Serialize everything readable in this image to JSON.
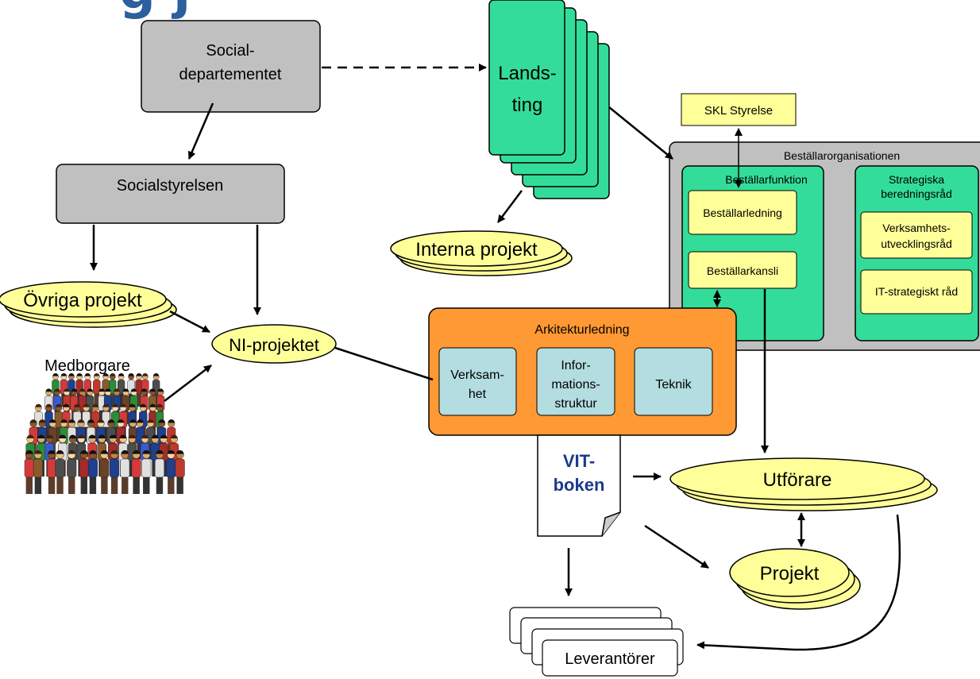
{
  "title_fragment": "g       j",
  "nodes": {
    "socialdepartementet": [
      "Social-",
      "departementet"
    ],
    "socialstyrelsen": "Socialstyrelsen",
    "landsting": [
      "Lands-",
      "ting"
    ],
    "interna_projekt": "Interna projekt",
    "ovriga_projekt": "Övriga projekt",
    "ni_projektet": "NI-projektet",
    "medborgare": "Medborgare",
    "skl_styrelse": "SKL Styrelse",
    "bestallarorganisationen": "Beställarorganisationen",
    "bestallarfunktion": "Beställarfunktion",
    "bestallarledning": "Beställarledning",
    "bestallarkansli": "Beställarkansli",
    "strategiska": [
      "Strategiska",
      "beredningsråd"
    ],
    "verksamhetsutvecklingsrad": [
      "Verksamhets-",
      "utvecklingsråd"
    ],
    "it_strategiskt_rad": "IT-strategiskt råd",
    "arkitekturledning": "Arkitekturledning",
    "verksamhet": [
      "Verksam-",
      "het"
    ],
    "informationsstruktur": [
      "Infor-",
      "mations-",
      "struktur"
    ],
    "teknik": "Teknik",
    "vit_boken": [
      "VIT-",
      "boken"
    ],
    "utforare": "Utförare",
    "projekt": "Projekt",
    "leverantorer": "Leverantörer"
  },
  "colors": {
    "gray": "#c0c0c0",
    "green": "#33dd99",
    "yellow": "#ffff99",
    "orange": "#ff9933",
    "teal": "#b3dde0",
    "blue_text": "#1a3a8a"
  }
}
